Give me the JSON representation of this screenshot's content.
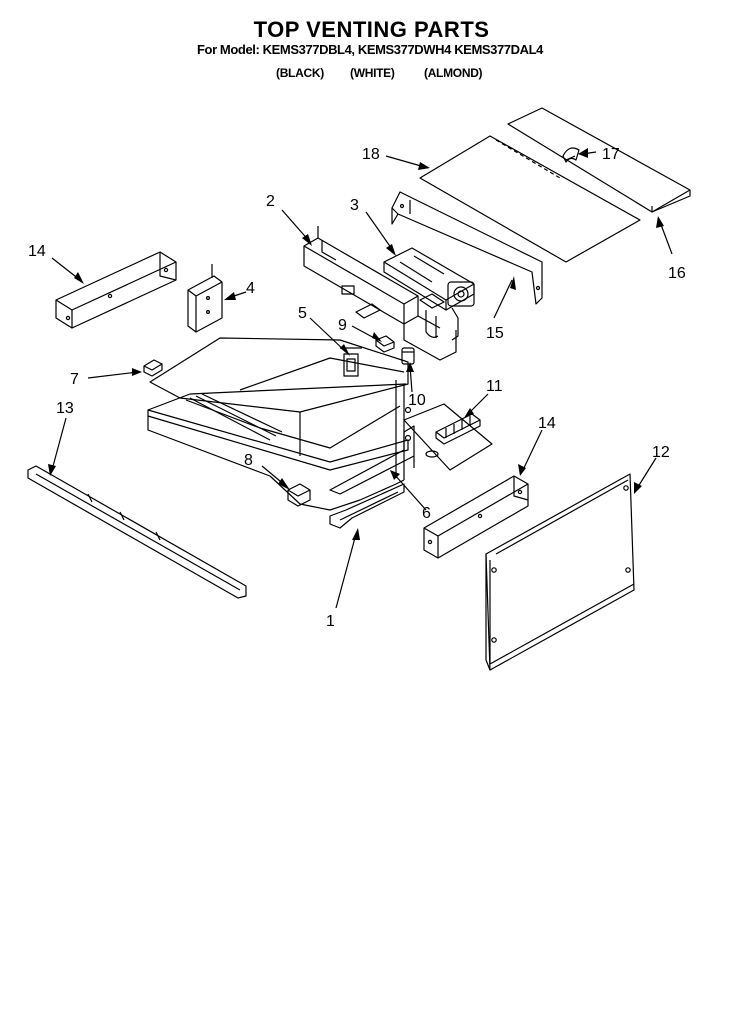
{
  "title": "TOP VENTING PARTS",
  "model_line": "For Model: KEMS377DBL4, KEMS377DWH4 KEMS377DAL4",
  "colors": [
    "(BLACK)",
    "(WHITE)",
    "(ALMOND)"
  ],
  "callouts": {
    "c1": "1",
    "c2": "2",
    "c3": "3",
    "c4": "4",
    "c5": "5",
    "c6": "6",
    "c7": "7",
    "c8": "8",
    "c9": "9",
    "c10": "10",
    "c11": "11",
    "c12": "12",
    "c13": "13",
    "c14a": "14",
    "c14b": "14",
    "c15": "15",
    "c16": "16",
    "c17": "17",
    "c18": "18"
  }
}
